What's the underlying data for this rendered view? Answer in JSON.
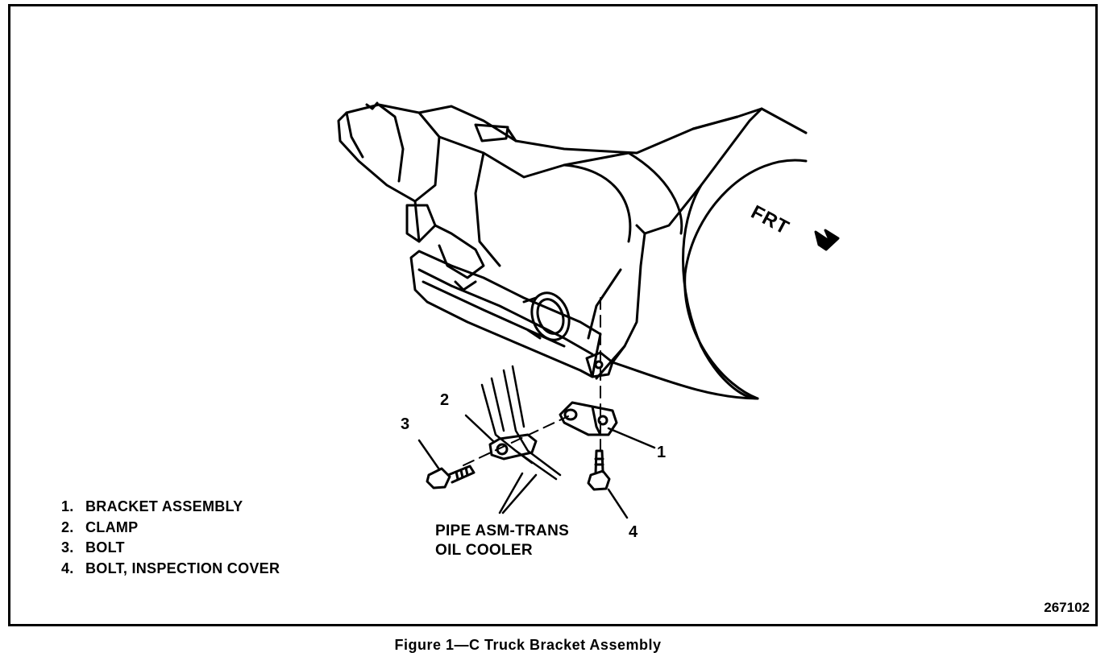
{
  "callouts": {
    "one": "1",
    "two": "2",
    "three": "3",
    "four": "4"
  },
  "direction_label": "FRT",
  "pipe_label": {
    "line1": "PIPE ASM-TRANS",
    "line2": "OIL COOLER"
  },
  "legend": [
    {
      "num": "1.",
      "text": "BRACKET ASSEMBLY"
    },
    {
      "num": "2.",
      "text": "CLAMP"
    },
    {
      "num": "3.",
      "text": "BOLT"
    },
    {
      "num": "4.",
      "text": "BOLT, INSPECTION COVER"
    }
  ],
  "figure_id": "267102",
  "caption": "Figure 1—C Truck Bracket Assembly"
}
